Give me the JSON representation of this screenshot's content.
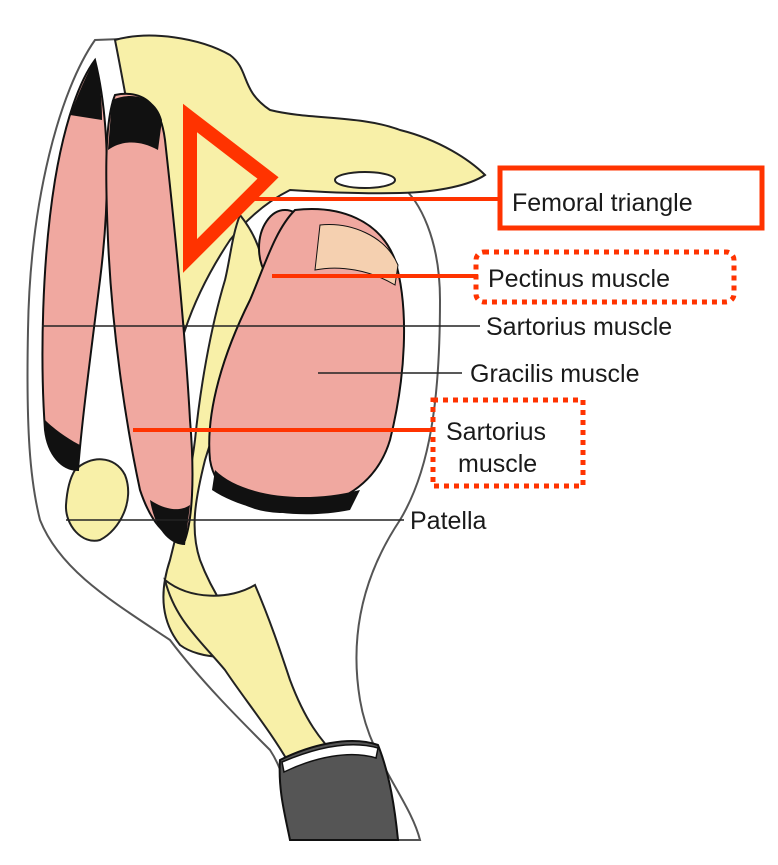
{
  "labels": {
    "femoral_triangle": "Femoral triangle",
    "pectinus_muscle": "Pectinus muscle",
    "sartorius_muscle_top": "Sartorius muscle",
    "gracilis_muscle": "Gracilis muscle",
    "sartorius_muscle_bottom_line1": "Sartorius",
    "sartorius_muscle_bottom_line2": "muscle",
    "patella": "Patella"
  },
  "colors": {
    "bone": "#f8f0a8",
    "muscle": "#f0a8a0",
    "tendon": "#f5d0b0",
    "annotation": "#ff3300",
    "outline": "#111111",
    "skin": "#ffffff"
  }
}
